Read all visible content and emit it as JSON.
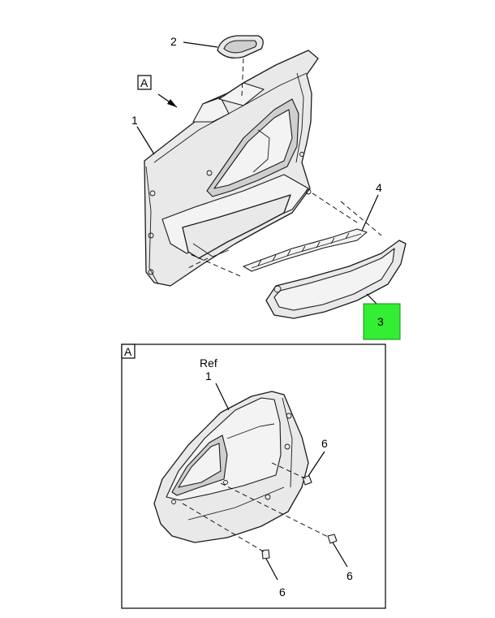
{
  "callouts": {
    "item_1": "1",
    "item_2": "2",
    "item_3": "3",
    "item_4": "4",
    "view_a_marker": "A",
    "detail_label": "A",
    "detail_ref": "Ref",
    "detail_item_1": "1",
    "detail_item_6_top": "6",
    "detail_item_6_bottom_left": "6",
    "detail_item_6_bottom_right": "6"
  },
  "colors": {
    "highlight": "#33ee33",
    "outline": "#000000",
    "part_fill": "#e9e9e9"
  }
}
